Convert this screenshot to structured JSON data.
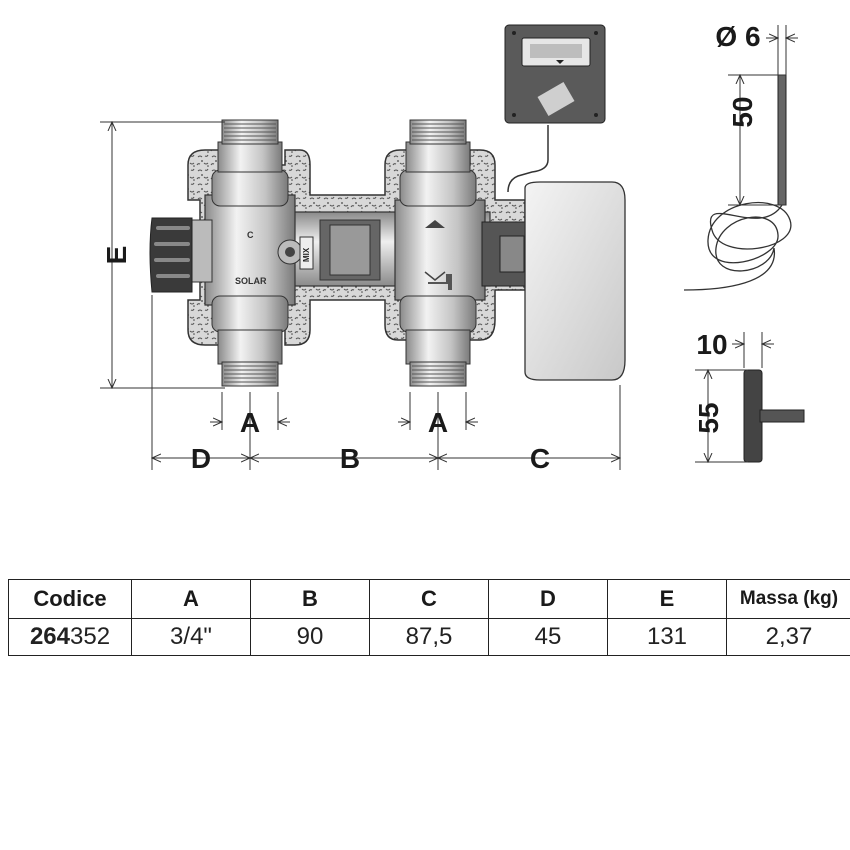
{
  "diagram": {
    "dimension_labels": {
      "A": "A",
      "B": "B",
      "C": "C",
      "D": "D",
      "E": "E",
      "probe_diameter": "Ø 6",
      "probe_length": "50",
      "handle_width": "10",
      "handle_height": "55"
    },
    "valve_text": {
      "cold_mark": "C",
      "solar_mark": "SOLAR",
      "mix_mark": "MIX"
    }
  },
  "table": {
    "headers": [
      "Codice",
      "A",
      "B",
      "C",
      "D",
      "E",
      "Massa (kg)"
    ],
    "rows": [
      {
        "code_prefix": "264",
        "code_suffix": "352",
        "values": [
          "3/4\"",
          "90",
          "87,5",
          "45",
          "131",
          "2,37"
        ]
      }
    ]
  }
}
